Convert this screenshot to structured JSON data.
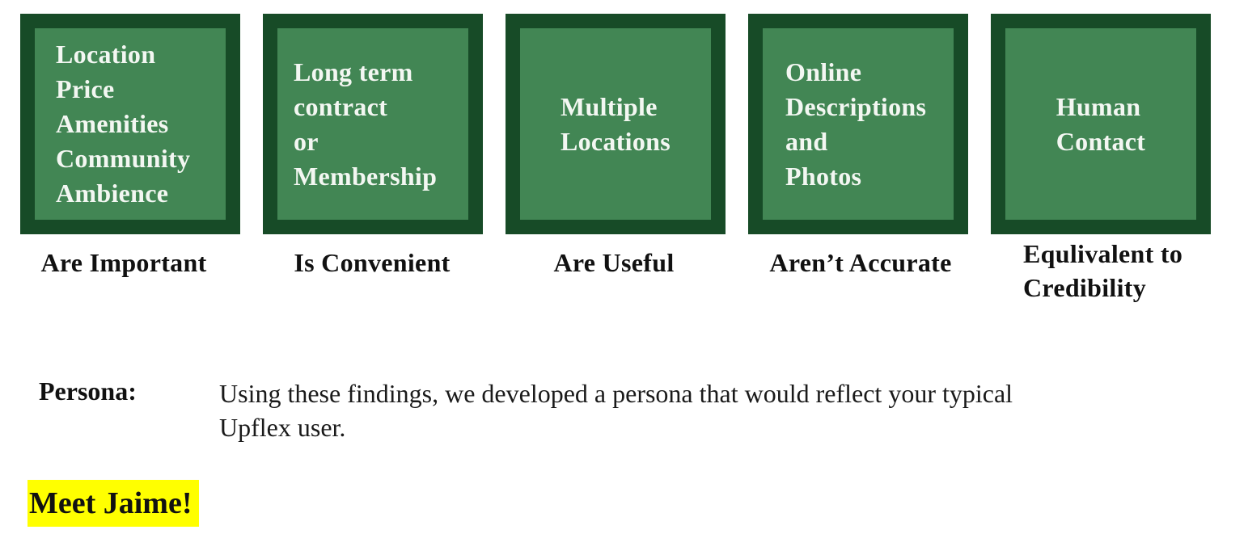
{
  "cards": [
    {
      "lines": [
        "Location",
        "Price",
        "Amenities",
        "Community",
        "Ambience"
      ],
      "caption": [
        "Are Important"
      ]
    },
    {
      "lines": [
        "Long term",
        "contract",
        "or",
        "Membership"
      ],
      "caption": [
        "Is Convenient"
      ]
    },
    {
      "lines": [
        "Multiple",
        "Locations"
      ],
      "caption": [
        "Are Useful"
      ]
    },
    {
      "lines": [
        "Online",
        "Descriptions",
        "and",
        "Photos"
      ],
      "caption": [
        "Aren’t Accurate"
      ]
    },
    {
      "lines": [
        "Human",
        "Contact"
      ],
      "caption": [
        "Equlivalent to",
        "Credibility"
      ]
    }
  ],
  "persona": {
    "label": "Persona:",
    "text": "Using these findings, we developed a persona that would reflect your typical Upflex user."
  },
  "meet": "Meet Jaime!",
  "colors": {
    "card_border": "#174b27",
    "card_fill": "#428654",
    "highlight": "#ffff00"
  }
}
